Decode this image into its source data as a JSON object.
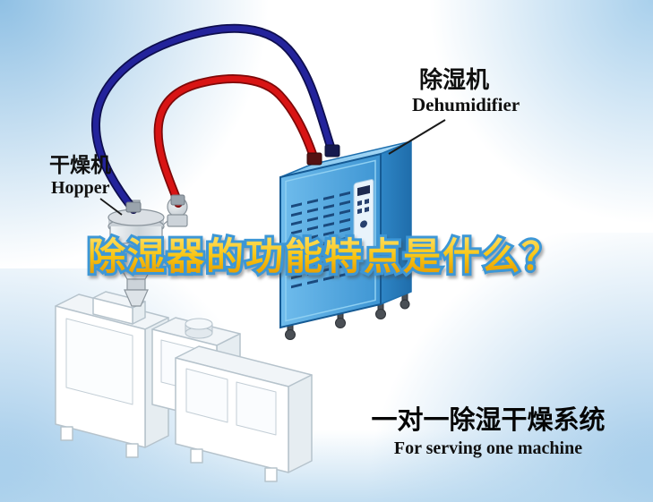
{
  "headline": "除湿器的功能特点是什么？",
  "labels": {
    "dehumidifier": {
      "cn": "除湿机",
      "en": "Dehumidifier"
    },
    "hopper": {
      "cn": "干燥机",
      "en": "Hopper"
    }
  },
  "caption": {
    "cn": "一对一除湿干燥系统",
    "en": "For serving one machine"
  },
  "colors": {
    "machine_blue": "#4FA8E0",
    "machine_blue_dark": "#1F6DAB",
    "pipe_red": "#D81414",
    "pipe_navy": "#23239B",
    "headline_gold": "#F8C411",
    "headline_outline": "#3D97D6",
    "background_tint": "#9CC6E6"
  }
}
